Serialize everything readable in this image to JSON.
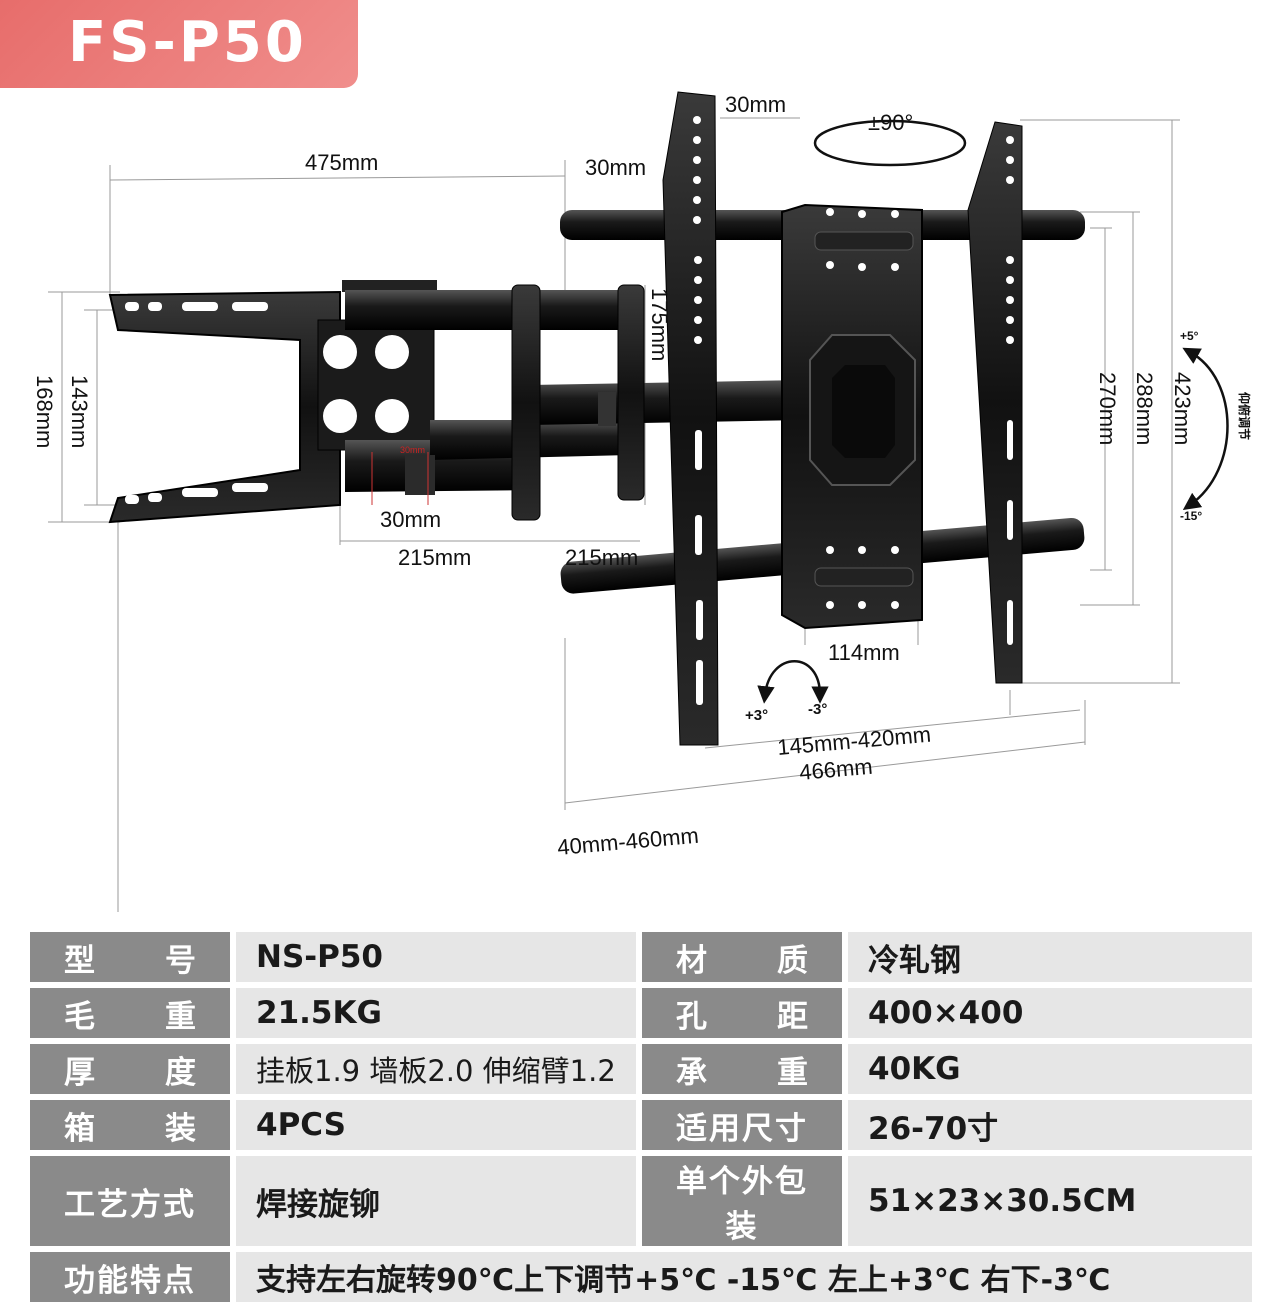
{
  "badge": {
    "model": "FS-P50"
  },
  "dimensions": {
    "arm_reach": "475mm",
    "plate_offset_top": "30mm",
    "plate_offset_mid": "30mm",
    "rotate": "±90°",
    "arm_height": "175mm",
    "wall_inner": "143mm",
    "wall_outer": "168mm",
    "arm_small": "30mm",
    "arm_small_red": "30mm",
    "arm_seg_1": "215mm",
    "arm_seg_2": "215mm",
    "plate_h_1": "270mm",
    "plate_h_2": "288mm",
    "plate_h_3": "423mm",
    "tilt_up": "+5°",
    "tilt_down": "-15°",
    "tilt_label": "仰俯调节",
    "plate_w": "114mm",
    "level_plus": "+3°",
    "level_minus": "-3°",
    "vesa_range": "145mm-420mm",
    "total_width": "466mm",
    "extension": "40mm-460mm"
  },
  "specs": {
    "r1": {
      "l1": [
        "型",
        "号"
      ],
      "v1": "NS-P50",
      "l2": [
        "材",
        "质"
      ],
      "v2": "冷轧钢"
    },
    "r2": {
      "l1": [
        "毛",
        "重"
      ],
      "v1": "21.5KG",
      "l2": [
        "孔",
        "距"
      ],
      "v2": "400×400"
    },
    "r3": {
      "l1": [
        "厚",
        "度"
      ],
      "v1": "挂板1.9  墙板2.0  伸缩臂1.2",
      "l2": [
        "承",
        "重"
      ],
      "v2": "40KG"
    },
    "r4": {
      "l1": [
        "箱",
        "装"
      ],
      "v1": "4PCS",
      "l2": "适用尺寸",
      "v2": "26-70寸"
    },
    "r5": {
      "l1": "工艺方式",
      "v1": "焊接旋铆",
      "l2": "单个外包装",
      "v2": "51×23×30.5CM"
    },
    "r6": {
      "l1": "功能特点",
      "v1": "支持左右旋转90℃上下调节+5℃ -15℃ 左上+3℃ 右下-3℃"
    }
  }
}
